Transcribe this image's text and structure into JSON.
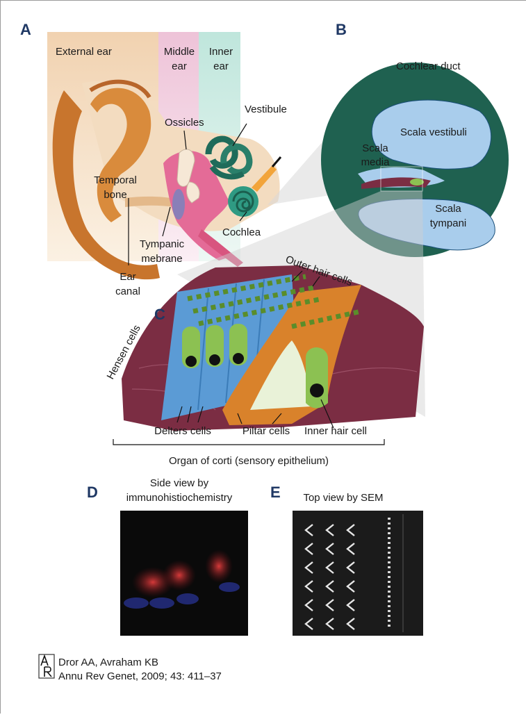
{
  "panels": {
    "a": "A",
    "b": "B",
    "c": "C",
    "d": "D",
    "e": "E"
  },
  "ear": {
    "external": "External ear",
    "middle": [
      "Middle",
      "ear"
    ],
    "inner": [
      "Inner",
      "ear"
    ],
    "ossicles": "Ossicles",
    "vestibule": "Vestibule",
    "temporal_bone": [
      "Temporal",
      "bone"
    ],
    "cochlea": "Cochlea",
    "tympanic": [
      "Tympanic",
      "mebrane"
    ],
    "ear_canal": [
      "Ear",
      "canal"
    ]
  },
  "duct": {
    "title": "Cochlear duct",
    "vestibuli": "Scala vestibuli",
    "media": [
      "Scala",
      "media"
    ],
    "tympani": [
      "Scala",
      "tympani"
    ]
  },
  "corti": {
    "outer_hair": "Outer hair cells",
    "hensen": "Hensen cells",
    "delters": "Delters cells",
    "pillar": "Piltar cells",
    "inner_hair": "Inner hair cell",
    "caption": "Organ of corti (sensory epithelium)"
  },
  "micro": {
    "d_title": [
      "Side view by",
      "immunohistiochemistry"
    ],
    "e_title": "Top view by SEM"
  },
  "citation": {
    "logo_letters": "AR",
    "line1": "Dror AA, Avraham KB",
    "line2": "Annu Rev Genet, 2009; 43: 411–37"
  },
  "colors": {
    "panel_label": "#1f3864",
    "duct_green": "#1f6150",
    "scala_blue": "#a9cdec",
    "outer_cell_blue": "#5b9bd5",
    "hair_cell_green": "#8cc152",
    "pillar_orange": "#d9822b",
    "hensen_maroon": "#7b2d43"
  }
}
